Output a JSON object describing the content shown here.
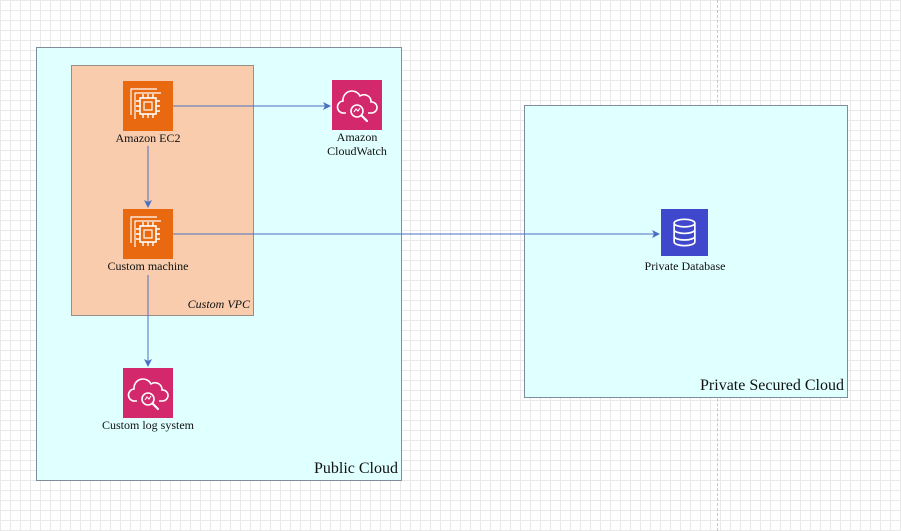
{
  "diagram": {
    "groups": {
      "public_cloud": {
        "label": "Public Cloud",
        "fill": "#e0ffff"
      },
      "private_cloud": {
        "label": "Private Secured Cloud",
        "fill": "#e0ffff"
      },
      "custom_vpc": {
        "label": "Custom VPC",
        "fill": "#f8ccac"
      }
    },
    "nodes": {
      "ec2": {
        "label": "Amazon EC2",
        "icon": "ec2-chip-icon",
        "color": "#e8690f"
      },
      "cloudwatch": {
        "label_line1": "Amazon",
        "label_line2": "CloudWatch",
        "icon": "cloudwatch-icon",
        "color": "#d4286c"
      },
      "custom_machine": {
        "label": "Custom machine",
        "icon": "ec2-chip-icon",
        "color": "#e8690f"
      },
      "custom_log": {
        "label": "Custom log system",
        "icon": "cloudwatch-icon",
        "color": "#d4286c"
      },
      "private_db": {
        "label": "Private Database",
        "icon": "database-icon",
        "color": "#3f48cc"
      }
    },
    "edges": [
      {
        "from": "ec2",
        "to": "cloudwatch"
      },
      {
        "from": "ec2",
        "to": "custom_machine"
      },
      {
        "from": "custom_machine",
        "to": "private_db"
      },
      {
        "from": "custom_machine",
        "to": "custom_log"
      }
    ],
    "edge_color": "#4a6fc1"
  }
}
